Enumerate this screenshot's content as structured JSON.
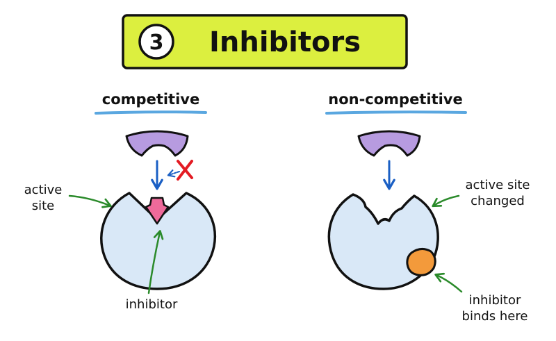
{
  "title": {
    "number": "3",
    "text": "Inhibitors"
  },
  "panels": {
    "competitive": {
      "heading": "competitive",
      "label_active_site": [
        "active",
        "site"
      ],
      "label_inhibitor": "inhibitor"
    },
    "non_competitive": {
      "heading": "non-competitive",
      "label_active_site_changed": [
        "active site",
        "changed"
      ],
      "label_inhibitor_binds": [
        "inhibitor",
        "binds here"
      ]
    }
  },
  "colors": {
    "banner": "#dcef3f",
    "enzyme": "#d9e8f7",
    "substrate": "#b79be0",
    "competitive_inhibitor": "#ee6a9a",
    "noncompetitive_inhibitor": "#f39a3b",
    "underline": "#5aa7e0",
    "arrow_blue": "#1a5fc4",
    "arrow_green": "#2a8a2a",
    "cross_red": "#e31b23"
  }
}
